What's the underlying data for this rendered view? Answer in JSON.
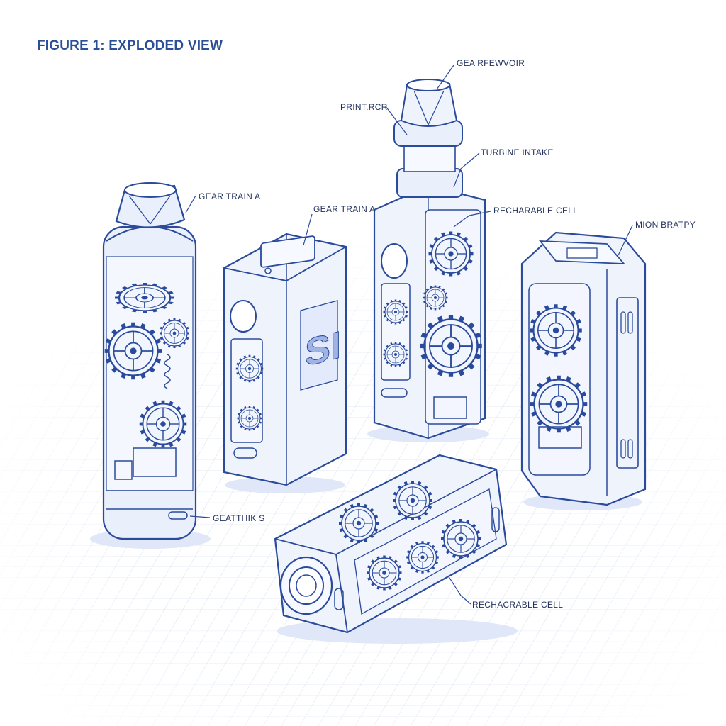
{
  "figure": {
    "title": "FIGURE 1: EXPLODED VIEW"
  },
  "badge_text": "SI",
  "callouts": {
    "gear_reservoir": "GEA RFEWVOIR",
    "printer": "PRINT.RCR",
    "turbine_intake": "TURBINE INTAKE",
    "gear_train_a_left": "GEAR TRAIN A",
    "gear_train_a_center": "GEAR TRAIN A",
    "rechargeable_cell_top": "RECHARABLE CELL",
    "mion_bratpy": "MION BRATPY",
    "geathik_s": "GEATTHIK S",
    "rechargeable_cell_bottom": "RECHACRABLE CELL"
  },
  "colors": {
    "line": "#2a4a9c",
    "title": "#2b4f96",
    "grid": "#d8e1f0",
    "glass": "#e9effb",
    "shadow": "#dfe7f8"
  }
}
